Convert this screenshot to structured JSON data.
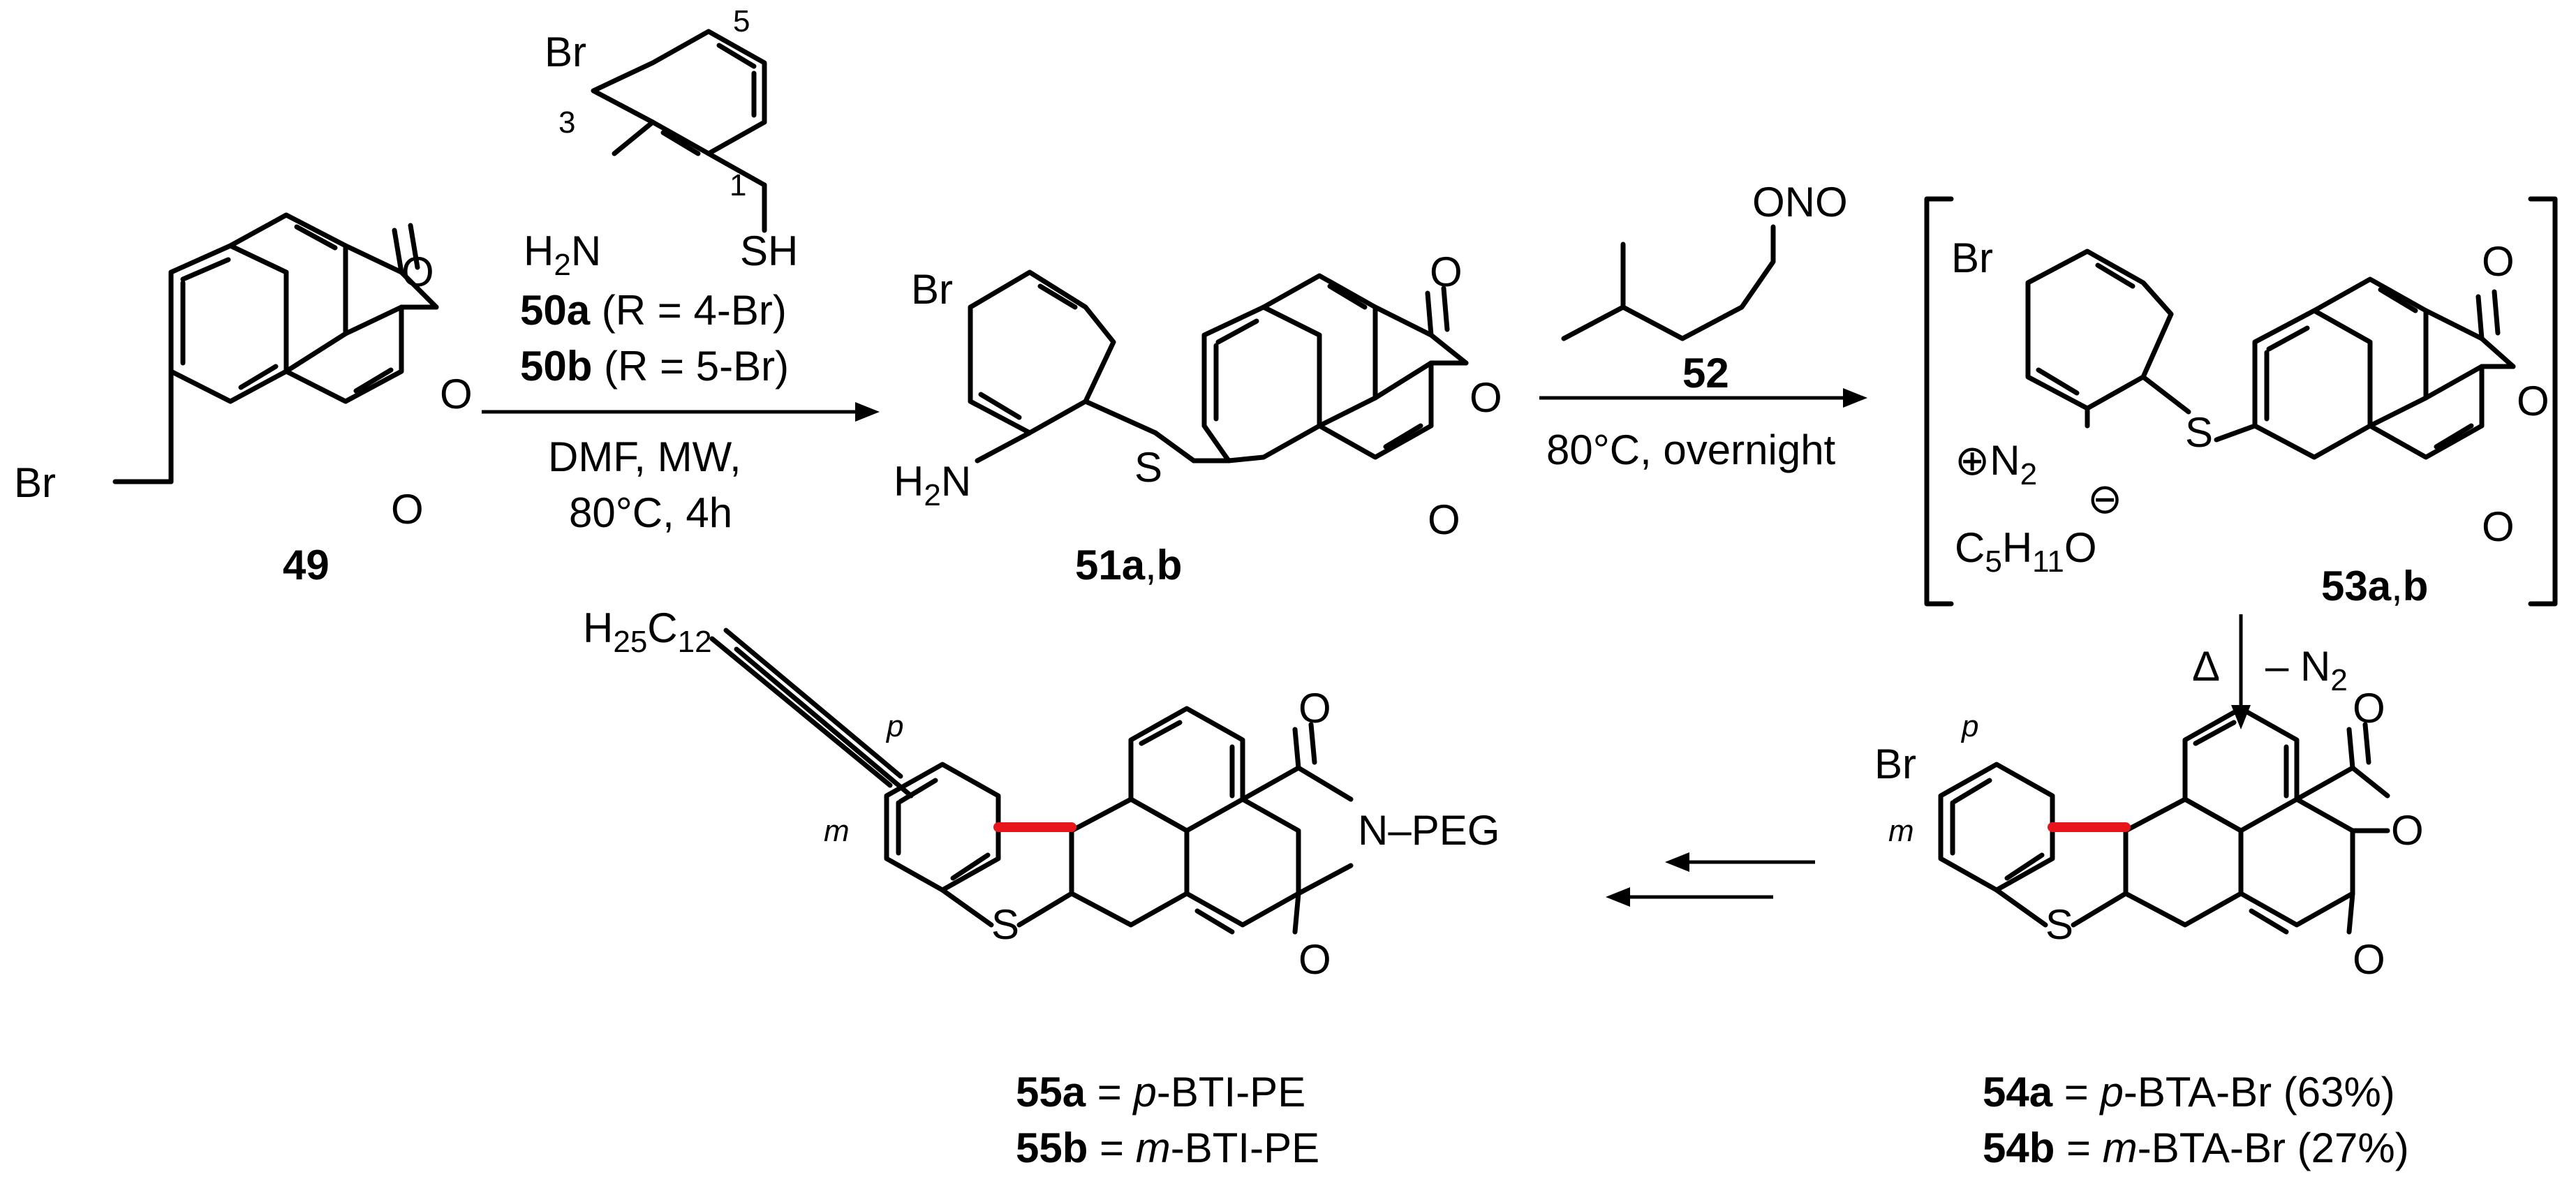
{
  "colors": {
    "new_bond": "#e8141b",
    "ink": "#000000"
  },
  "compounds": {
    "c49": {
      "id": "49",
      "br": "Br",
      "o": "O"
    },
    "c50": {
      "br": "Br",
      "pos3": "3",
      "pos5": "5",
      "pos1": "1",
      "h2n_h": "H",
      "h2n_sub": "2",
      "h2n_n": "N",
      "sh": "SH",
      "line_a_id": "50a",
      "line_a_text": " (R = 4-Br)",
      "line_b_id": "50b",
      "line_b_text": " (R = 5-Br)"
    },
    "c51": {
      "id": "51a",
      "sep": ",",
      "id2": "b",
      "br": "Br",
      "h2n_h": "H",
      "h2n_sub": "2",
      "h2n_n": "N",
      "s": "S",
      "o": "O"
    },
    "c52": {
      "id": "52",
      "ono": "ONO"
    },
    "c53": {
      "id": "53a",
      "sep": ",",
      "id2": "b",
      "br": "Br",
      "plus": "⊕",
      "n": "N",
      "n_sub": "2",
      "minus": "⊖",
      "c": "C",
      "c_sub": "5",
      "h": "H",
      "h_sub": "11",
      "alk_o": "O",
      "s": "S",
      "o": "O"
    },
    "c54": {
      "br": "Br",
      "p": "p",
      "m": "m",
      "s": "S",
      "o": "O",
      "line_a_id": "54a",
      "line_a_eq": " = ",
      "line_a_pre": "p",
      "line_a_rest": "-BTA-Br (63%)",
      "line_b_id": "54b",
      "line_b_eq": " = ",
      "line_b_pre": "m",
      "line_b_rest": "-BTA-Br (27%)"
    },
    "c55": {
      "h": "H",
      "h_sub": "25",
      "c": "C",
      "c_sub": "12",
      "p": "p",
      "m": "m",
      "s": "S",
      "o": "O",
      "n_peg": "N–PEG",
      "line_a_id": "55a",
      "line_a_eq": " = ",
      "line_a_pre": "p",
      "line_a_rest": "-BTI-PE",
      "line_b_id": "55b",
      "line_b_eq": " = ",
      "line_b_pre": "m",
      "line_b_rest": "-BTI-PE"
    }
  },
  "conditions": {
    "step1_line1": "DMF,  MW,",
    "step1_line2": "80°C, 4h",
    "step2": "80°C, overnight",
    "step3_heat": "Δ",
    "step3_loss": "– N",
    "step3_loss_sub": "2"
  }
}
